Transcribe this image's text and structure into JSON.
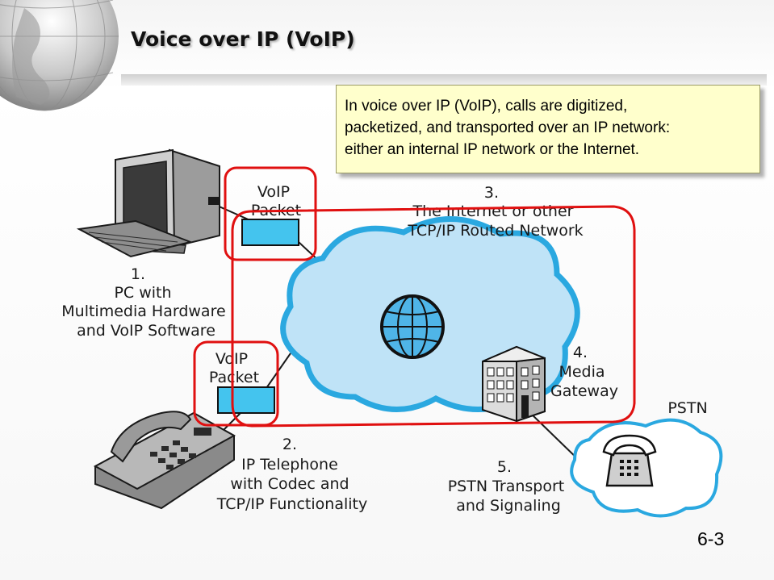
{
  "slide": {
    "title": "Voice over IP (VoIP)",
    "number": "6-3"
  },
  "callout": {
    "lines": [
      "In voice over IP (VoIP), calls are digitized,",
      "packetized, and transported over an IP network:",
      "either an internal IP network or the Internet."
    ]
  },
  "diagram": {
    "pc": {
      "lines": [
        "1.",
        "PC with",
        "Multimedia Hardware",
        "and VoIP Software"
      ]
    },
    "packet_top": {
      "lines": [
        "VoIP",
        "Packet"
      ]
    },
    "packet_bottom": {
      "lines": [
        "VoIP",
        "Packet"
      ]
    },
    "network": {
      "lines": [
        "3.",
        "The Internet or other",
        "TCP/IP Routed Network"
      ]
    },
    "gateway": {
      "lines": [
        "4.",
        "Media",
        "Gateway"
      ]
    },
    "ip_phone": {
      "lines": [
        "2.",
        "IP Telephone",
        "with Codec and",
        "TCP/IP Functionality"
      ]
    },
    "pstn_transport": {
      "lines": [
        "5.",
        "PSTN Transport",
        "and Signaling"
      ]
    },
    "pstn": {
      "label": "PSTN"
    }
  },
  "colors": {
    "cloud_fill": "#bfe3f7",
    "cloud_stroke": "#2aa8e0",
    "packet_fill": "#44c4ee",
    "highlight": "#e01010",
    "callout_bg": "#ffffcc"
  }
}
